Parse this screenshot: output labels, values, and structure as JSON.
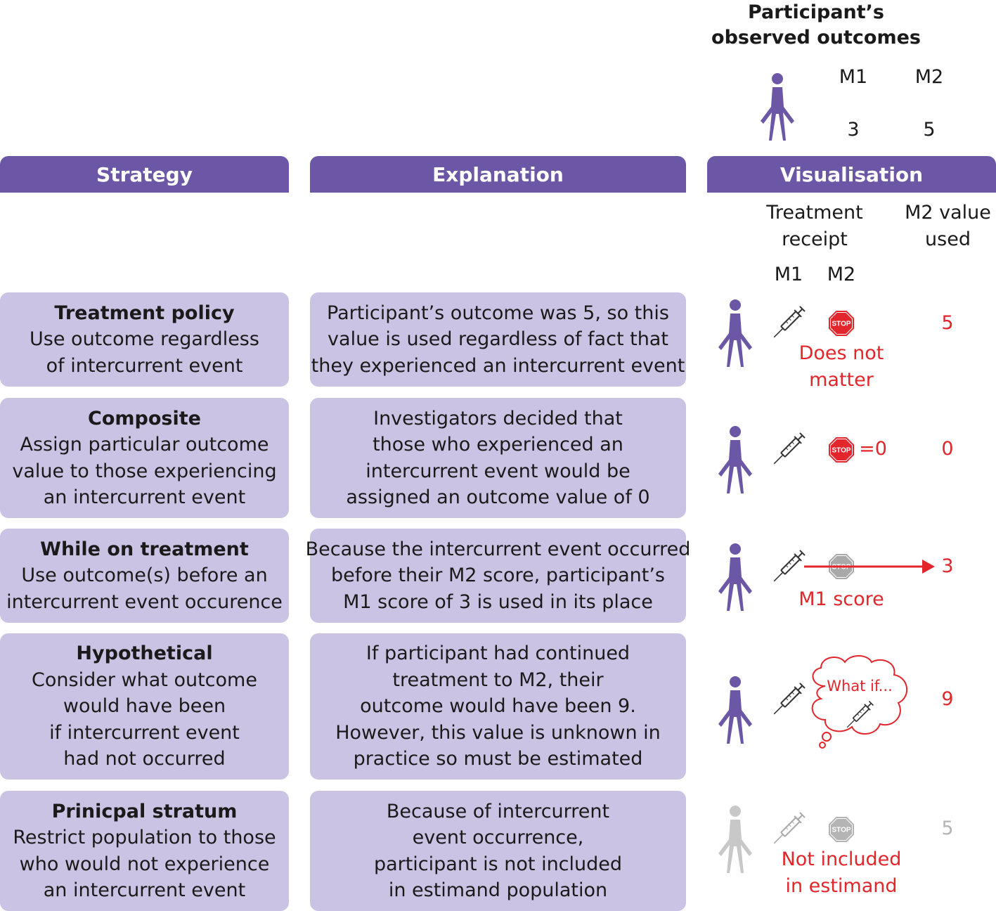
{
  "top": {
    "title_line1": "Participant’s",
    "title_line2": "observed outcomes",
    "m1_label": "M1",
    "m2_label": "M2",
    "m1_value": "3",
    "m2_value": "5"
  },
  "headers": {
    "strategy": "Strategy",
    "explanation": "Explanation",
    "visualisation": "Visualisation"
  },
  "vis_sub": {
    "treatment_receipt_1": "Treatment",
    "treatment_receipt_2": "receipt",
    "m2_value_used_1": "M2 value",
    "m2_value_used_2": "used",
    "m1": "M1",
    "m2": "M2"
  },
  "rows": [
    {
      "title": "Treatment policy",
      "desc": [
        "Use outcome regardless",
        "of intercurrent event"
      ],
      "explanation": [
        "Participant’s outcome was 5, so this",
        "value is used regardless of fact that",
        "they experienced an intercurrent event"
      ],
      "vis_note": [
        "Does not",
        "matter"
      ],
      "value": "5"
    },
    {
      "title": "Composite",
      "desc": [
        "Assign particular outcome",
        "value to those experiencing",
        "an intercurrent event"
      ],
      "explanation": [
        "Investigators decided that",
        "those who experienced an",
        "intercurrent event would be",
        "assigned an outcome value of 0"
      ],
      "vis_note": [
        "=0"
      ],
      "value": "0"
    },
    {
      "title": "While on treatment",
      "desc": [
        "Use outcome(s) before an",
        "intercurrent event occurence"
      ],
      "explanation": [
        "Because the intercurrent event occurred",
        "before their M2 score, participant’s",
        "M1 score of 3 is used in its place"
      ],
      "vis_note": [
        "M1 score"
      ],
      "value": "3"
    },
    {
      "title": "Hypothetical",
      "desc": [
        "Consider what outcome",
        "would have been",
        "if intercurrent event",
        "had not occurred"
      ],
      "explanation": [
        "If participant had continued",
        "treatment to M2, their",
        "outcome would have been 9.",
        "However, this value is unknown in",
        "practice so must be estimated"
      ],
      "vis_note": [
        "What if..."
      ],
      "value": "9"
    },
    {
      "title": "Prinicpal stratum",
      "desc": [
        "Restrict population to those",
        "who would not experience",
        "an intercurrent event"
      ],
      "explanation": [
        "Because of intercurrent",
        "event occurrence,",
        "participant is not included",
        "in estimand population"
      ],
      "vis_note": [
        "Not included",
        "in estimand"
      ],
      "value": "5"
    }
  ],
  "stop_sign_text": "STOP",
  "colors": {
    "purple": "#6b57a5",
    "lavender": "#cbc3e3",
    "red": "#e2262c",
    "gray": "#b4b4b4"
  }
}
